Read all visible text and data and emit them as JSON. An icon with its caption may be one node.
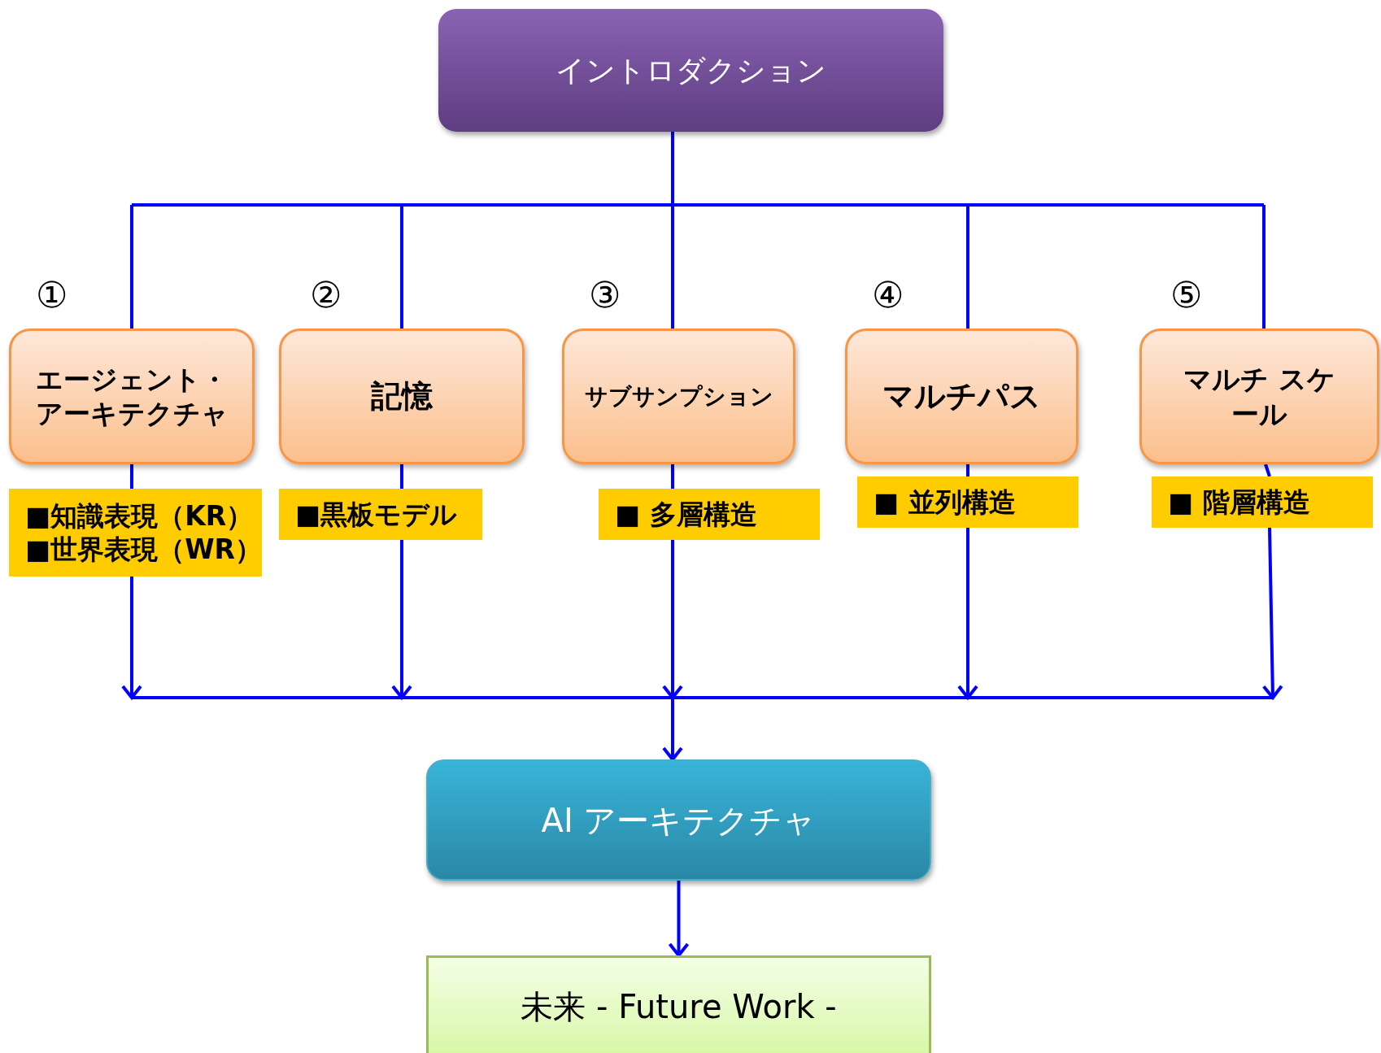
{
  "diagram": {
    "nodes": [
      {
        "text": [
          "イントロダクション"
        ]
      },
      {
        "text": [
          "エージェント・アーキテクチャ"
        ],
        "beside": [
          "①"
        ]
      },
      {
        "text": [
          "記憶"
        ],
        "beside": [
          "②"
        ]
      },
      {
        "text": [
          "サブサンプション"
        ],
        "beside": [
          "③"
        ]
      },
      {
        "text": [
          "マルチパス"
        ],
        "beside": [
          "④"
        ]
      },
      {
        "text": [
          "マルチ スケール"
        ],
        "beside": [
          "⑤"
        ]
      },
      {
        "text": [
          "■知識表現（KR）",
          "■世界表現（WR）"
        ]
      },
      {
        "text": [
          "■黒板モデル"
        ]
      },
      {
        "text": [
          "■ 多層構造"
        ]
      },
      {
        "text": [
          "■ 並列構造"
        ]
      },
      {
        "text": [
          "■ 階層構造"
        ]
      },
      {
        "text": [
          "AI アーキテクチャ"
        ]
      },
      {
        "text": [
          "未来 - Future Work -"
        ]
      }
    ],
    "edges": [
      {
        "from": 0,
        "to": 1,
        "arrow": "none"
      },
      {
        "from": 0,
        "to": 2,
        "arrow": "none"
      },
      {
        "from": 0,
        "to": 3,
        "arrow": "none"
      },
      {
        "from": 0,
        "to": 4,
        "arrow": "none"
      },
      {
        "from": 0,
        "to": 5,
        "arrow": "none"
      },
      {
        "from": 1,
        "to": 6,
        "arrow": "none"
      },
      {
        "from": 2,
        "to": 7,
        "arrow": "none"
      },
      {
        "from": 3,
        "to": 8,
        "arrow": "none"
      },
      {
        "from": 4,
        "to": 9,
        "arrow": "none"
      },
      {
        "from": 5,
        "to": 10,
        "arrow": "none"
      },
      {
        "from": 6,
        "to": 11,
        "arrow": "to"
      },
      {
        "from": 7,
        "to": 11,
        "arrow": "to"
      },
      {
        "from": 8,
        "to": 11,
        "arrow": "to"
      },
      {
        "from": 9,
        "to": 11,
        "arrow": "to"
      },
      {
        "from": 10,
        "to": 11,
        "arrow": "to"
      },
      {
        "from": 11,
        "to": 12,
        "arrow": "to"
      }
    ]
  }
}
